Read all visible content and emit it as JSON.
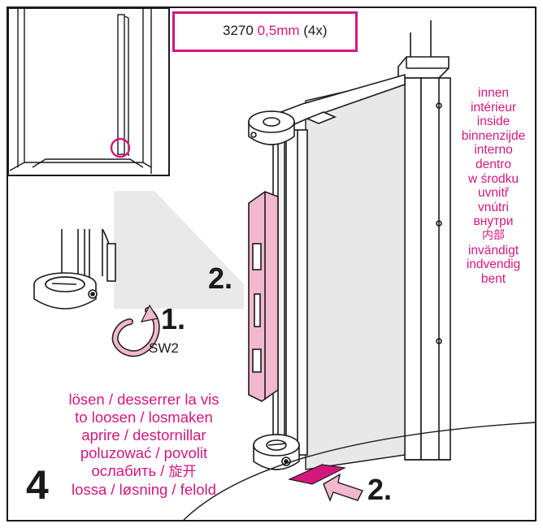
{
  "spec_box": {
    "part_number": "3270",
    "thickness": "0,5mm",
    "quantity": "(4x)",
    "icon": "shim-plate-icon"
  },
  "inside_labels": [
    "innen",
    "intérieur",
    "inside",
    "binnenzijde",
    "interno",
    "dentro",
    "w środku",
    "uvnitř",
    "vnútri",
    "внутри",
    "内部",
    "invändigt",
    "indvendig",
    "bent"
  ],
  "steps": {
    "step1": "1.",
    "step2_upper": "2.",
    "step2_lower": "2.",
    "tool": "SW2",
    "page_number": "4"
  },
  "instruction": {
    "line1": "lösen / desserrer la vis",
    "line2": "to loosen / losmaken",
    "line3": "aprire / destornillar",
    "line4": "poluzować / povolit",
    "line5_ru": "ослабить / ",
    "line5_zh": "旋开",
    "line6": "lossa / løsning / felold"
  },
  "colors": {
    "accent": "#d4177e",
    "highlight_fill": "#f2b8cf",
    "ink": "#1a1a1a"
  }
}
